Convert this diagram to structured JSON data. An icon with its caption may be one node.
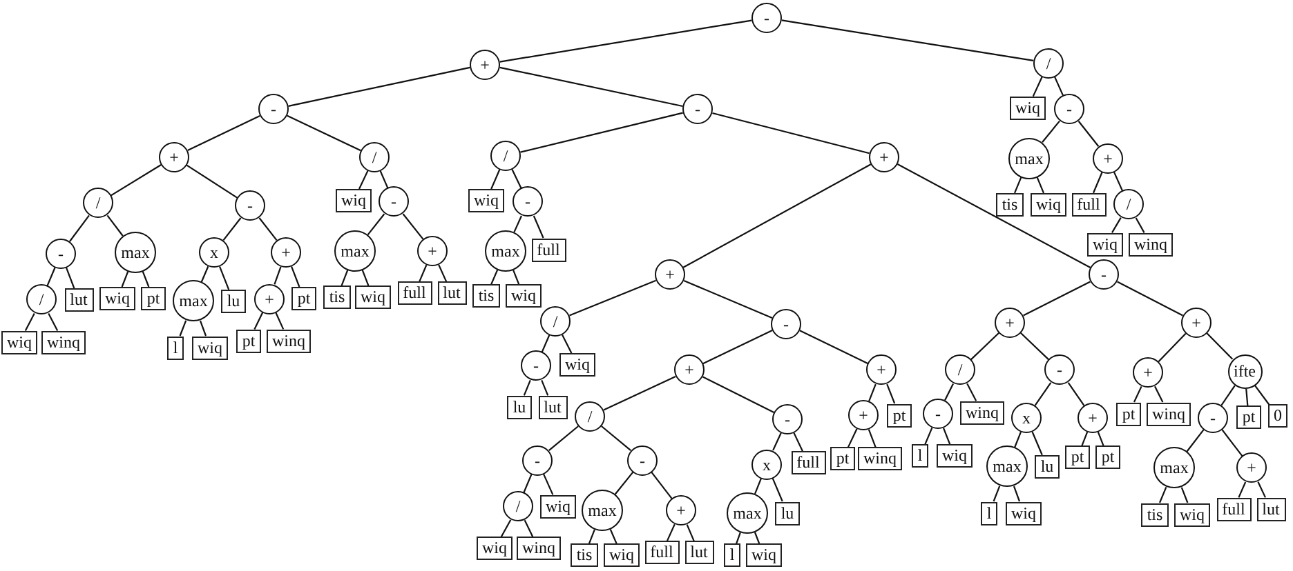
{
  "diagram": {
    "nodes": [
      {
        "text": [
          "-"
        ]
      },
      {
        "text": [
          "+"
        ]
      },
      {
        "text": [
          "-"
        ]
      },
      {
        "text": [
          "+"
        ]
      },
      {
        "text": [
          "/"
        ]
      },
      {
        "text": [
          "-"
        ]
      },
      {
        "text": [
          "/"
        ]
      },
      {
        "text": [
          "wiq"
        ]
      },
      {
        "text": [
          "winq"
        ]
      },
      {
        "text": [
          "lut"
        ]
      },
      {
        "text": [
          "max"
        ]
      },
      {
        "text": [
          "wiq"
        ]
      },
      {
        "text": [
          "pt"
        ]
      },
      {
        "text": [
          "-"
        ]
      },
      {
        "text": [
          "x"
        ]
      },
      {
        "text": [
          "max"
        ]
      },
      {
        "text": [
          "l"
        ]
      },
      {
        "text": [
          "wiq"
        ]
      },
      {
        "text": [
          "lu"
        ]
      },
      {
        "text": [
          "+"
        ]
      },
      {
        "text": [
          "+"
        ]
      },
      {
        "text": [
          "pt"
        ]
      },
      {
        "text": [
          "winq"
        ]
      },
      {
        "text": [
          "pt"
        ]
      },
      {
        "text": [
          "/"
        ]
      },
      {
        "text": [
          "wiq"
        ]
      },
      {
        "text": [
          "-"
        ]
      },
      {
        "text": [
          "max"
        ]
      },
      {
        "text": [
          "tis"
        ]
      },
      {
        "text": [
          "wiq"
        ]
      },
      {
        "text": [
          "+"
        ]
      },
      {
        "text": [
          "full"
        ]
      },
      {
        "text": [
          "lut"
        ]
      },
      {
        "text": [
          "-"
        ]
      },
      {
        "text": [
          "/"
        ]
      },
      {
        "text": [
          "wiq"
        ]
      },
      {
        "text": [
          "-"
        ]
      },
      {
        "text": [
          "max"
        ]
      },
      {
        "text": [
          "tis"
        ]
      },
      {
        "text": [
          "wiq"
        ]
      },
      {
        "text": [
          "full"
        ]
      },
      {
        "text": [
          "+"
        ]
      },
      {
        "text": [
          "+"
        ]
      },
      {
        "text": [
          "/"
        ]
      },
      {
        "text": [
          "-"
        ]
      },
      {
        "text": [
          "lu"
        ]
      },
      {
        "text": [
          "lut"
        ]
      },
      {
        "text": [
          "wiq"
        ]
      },
      {
        "text": [
          "-"
        ]
      },
      {
        "text": [
          "+"
        ]
      },
      {
        "text": [
          "/"
        ]
      },
      {
        "text": [
          "-"
        ]
      },
      {
        "text": [
          "/"
        ]
      },
      {
        "text": [
          "wiq"
        ]
      },
      {
        "text": [
          "winq"
        ]
      },
      {
        "text": [
          "wiq"
        ]
      },
      {
        "text": [
          "-"
        ]
      },
      {
        "text": [
          "max"
        ]
      },
      {
        "text": [
          "tis"
        ]
      },
      {
        "text": [
          "wiq"
        ]
      },
      {
        "text": [
          "+"
        ]
      },
      {
        "text": [
          "full"
        ]
      },
      {
        "text": [
          "lut"
        ]
      },
      {
        "text": [
          "-"
        ]
      },
      {
        "text": [
          "x"
        ]
      },
      {
        "text": [
          "max"
        ]
      },
      {
        "text": [
          "l"
        ]
      },
      {
        "text": [
          "wiq"
        ]
      },
      {
        "text": [
          "lu"
        ]
      },
      {
        "text": [
          "full"
        ]
      },
      {
        "text": [
          "+"
        ]
      },
      {
        "text": [
          "+"
        ]
      },
      {
        "text": [
          "pt"
        ]
      },
      {
        "text": [
          "winq"
        ]
      },
      {
        "text": [
          "pt"
        ]
      },
      {
        "text": [
          "-"
        ]
      },
      {
        "text": [
          "+"
        ]
      },
      {
        "text": [
          "/"
        ]
      },
      {
        "text": [
          "-"
        ]
      },
      {
        "text": [
          "l"
        ]
      },
      {
        "text": [
          "wiq"
        ]
      },
      {
        "text": [
          "winq"
        ]
      },
      {
        "text": [
          "-"
        ]
      },
      {
        "text": [
          "x"
        ]
      },
      {
        "text": [
          "max"
        ]
      },
      {
        "text": [
          "l"
        ]
      },
      {
        "text": [
          "wiq"
        ]
      },
      {
        "text": [
          "lu"
        ]
      },
      {
        "text": [
          "+"
        ]
      },
      {
        "text": [
          "pt"
        ]
      },
      {
        "text": [
          "pt"
        ]
      },
      {
        "text": [
          "+"
        ]
      },
      {
        "text": [
          "+"
        ]
      },
      {
        "text": [
          "pt"
        ]
      },
      {
        "text": [
          "winq"
        ]
      },
      {
        "text": [
          "ifte"
        ]
      },
      {
        "text": [
          "-"
        ]
      },
      {
        "text": [
          "max"
        ]
      },
      {
        "text": [
          "tis"
        ]
      },
      {
        "text": [
          "wiq"
        ]
      },
      {
        "text": [
          "+"
        ]
      },
      {
        "text": [
          "full"
        ]
      },
      {
        "text": [
          "lut"
        ]
      },
      {
        "text": [
          "pt"
        ]
      },
      {
        "text": [
          "0"
        ]
      },
      {
        "text": [
          "/"
        ]
      },
      {
        "text": [
          "wiq"
        ]
      },
      {
        "text": [
          "-"
        ]
      },
      {
        "text": [
          "max"
        ]
      },
      {
        "text": [
          "tis"
        ]
      },
      {
        "text": [
          "wiq"
        ]
      },
      {
        "text": [
          "+"
        ]
      },
      {
        "text": [
          "full"
        ]
      },
      {
        "text": [
          "/"
        ]
      },
      {
        "text": [
          "wiq"
        ]
      },
      {
        "text": [
          "winq"
        ]
      }
    ],
    "edges": [
      {
        "from": 0,
        "to": 1,
        "arrow": "none"
      },
      {
        "from": 0,
        "to": 105,
        "arrow": "none"
      },
      {
        "from": 1,
        "to": 2,
        "arrow": "none"
      },
      {
        "from": 1,
        "to": 33,
        "arrow": "none"
      },
      {
        "from": 2,
        "to": 3,
        "arrow": "none"
      },
      {
        "from": 2,
        "to": 24,
        "arrow": "none"
      },
      {
        "from": 3,
        "to": 4,
        "arrow": "none"
      },
      {
        "from": 3,
        "to": 13,
        "arrow": "none"
      },
      {
        "from": 4,
        "to": 5,
        "arrow": "none"
      },
      {
        "from": 4,
        "to": 10,
        "arrow": "none"
      },
      {
        "from": 5,
        "to": 6,
        "arrow": "none"
      },
      {
        "from": 5,
        "to": 9,
        "arrow": "none"
      },
      {
        "from": 6,
        "to": 7,
        "arrow": "none"
      },
      {
        "from": 6,
        "to": 8,
        "arrow": "none"
      },
      {
        "from": 10,
        "to": 11,
        "arrow": "none"
      },
      {
        "from": 10,
        "to": 12,
        "arrow": "none"
      },
      {
        "from": 13,
        "to": 14,
        "arrow": "none"
      },
      {
        "from": 13,
        "to": 19,
        "arrow": "none"
      },
      {
        "from": 14,
        "to": 15,
        "arrow": "none"
      },
      {
        "from": 14,
        "to": 18,
        "arrow": "none"
      },
      {
        "from": 15,
        "to": 16,
        "arrow": "none"
      },
      {
        "from": 15,
        "to": 17,
        "arrow": "none"
      },
      {
        "from": 19,
        "to": 20,
        "arrow": "none"
      },
      {
        "from": 19,
        "to": 23,
        "arrow": "none"
      },
      {
        "from": 20,
        "to": 21,
        "arrow": "none"
      },
      {
        "from": 20,
        "to": 22,
        "arrow": "none"
      },
      {
        "from": 24,
        "to": 25,
        "arrow": "none"
      },
      {
        "from": 24,
        "to": 26,
        "arrow": "none"
      },
      {
        "from": 26,
        "to": 27,
        "arrow": "none"
      },
      {
        "from": 26,
        "to": 30,
        "arrow": "none"
      },
      {
        "from": 27,
        "to": 28,
        "arrow": "none"
      },
      {
        "from": 27,
        "to": 29,
        "arrow": "none"
      },
      {
        "from": 30,
        "to": 31,
        "arrow": "none"
      },
      {
        "from": 30,
        "to": 32,
        "arrow": "none"
      },
      {
        "from": 33,
        "to": 34,
        "arrow": "none"
      },
      {
        "from": 33,
        "to": 41,
        "arrow": "none"
      },
      {
        "from": 34,
        "to": 35,
        "arrow": "none"
      },
      {
        "from": 34,
        "to": 36,
        "arrow": "none"
      },
      {
        "from": 36,
        "to": 37,
        "arrow": "none"
      },
      {
        "from": 36,
        "to": 40,
        "arrow": "none"
      },
      {
        "from": 37,
        "to": 38,
        "arrow": "none"
      },
      {
        "from": 37,
        "to": 39,
        "arrow": "none"
      },
      {
        "from": 41,
        "to": 42,
        "arrow": "none"
      },
      {
        "from": 41,
        "to": 75,
        "arrow": "none"
      },
      {
        "from": 42,
        "to": 43,
        "arrow": "none"
      },
      {
        "from": 42,
        "to": 48,
        "arrow": "none"
      },
      {
        "from": 43,
        "to": 44,
        "arrow": "none"
      },
      {
        "from": 43,
        "to": 47,
        "arrow": "none"
      },
      {
        "from": 44,
        "to": 45,
        "arrow": "none"
      },
      {
        "from": 44,
        "to": 46,
        "arrow": "none"
      },
      {
        "from": 48,
        "to": 49,
        "arrow": "none"
      },
      {
        "from": 48,
        "to": 70,
        "arrow": "none"
      },
      {
        "from": 49,
        "to": 50,
        "arrow": "none"
      },
      {
        "from": 49,
        "to": 63,
        "arrow": "none"
      },
      {
        "from": 50,
        "to": 51,
        "arrow": "none"
      },
      {
        "from": 50,
        "to": 56,
        "arrow": "none"
      },
      {
        "from": 51,
        "to": 52,
        "arrow": "none"
      },
      {
        "from": 51,
        "to": 55,
        "arrow": "none"
      },
      {
        "from": 52,
        "to": 53,
        "arrow": "none"
      },
      {
        "from": 52,
        "to": 54,
        "arrow": "none"
      },
      {
        "from": 56,
        "to": 57,
        "arrow": "none"
      },
      {
        "from": 56,
        "to": 60,
        "arrow": "none"
      },
      {
        "from": 57,
        "to": 58,
        "arrow": "none"
      },
      {
        "from": 57,
        "to": 59,
        "arrow": "none"
      },
      {
        "from": 60,
        "to": 61,
        "arrow": "none"
      },
      {
        "from": 60,
        "to": 62,
        "arrow": "none"
      },
      {
        "from": 63,
        "to": 64,
        "arrow": "none"
      },
      {
        "from": 63,
        "to": 69,
        "arrow": "none"
      },
      {
        "from": 64,
        "to": 65,
        "arrow": "none"
      },
      {
        "from": 64,
        "to": 68,
        "arrow": "none"
      },
      {
        "from": 65,
        "to": 66,
        "arrow": "none"
      },
      {
        "from": 65,
        "to": 67,
        "arrow": "none"
      },
      {
        "from": 70,
        "to": 71,
        "arrow": "none"
      },
      {
        "from": 70,
        "to": 74,
        "arrow": "none"
      },
      {
        "from": 71,
        "to": 72,
        "arrow": "none"
      },
      {
        "from": 71,
        "to": 73,
        "arrow": "none"
      },
      {
        "from": 75,
        "to": 76,
        "arrow": "none"
      },
      {
        "from": 75,
        "to": 91,
        "arrow": "none"
      },
      {
        "from": 76,
        "to": 77,
        "arrow": "none"
      },
      {
        "from": 76,
        "to": 82,
        "arrow": "none"
      },
      {
        "from": 77,
        "to": 78,
        "arrow": "none"
      },
      {
        "from": 77,
        "to": 81,
        "arrow": "none"
      },
      {
        "from": 78,
        "to": 79,
        "arrow": "none"
      },
      {
        "from": 78,
        "to": 80,
        "arrow": "none"
      },
      {
        "from": 82,
        "to": 83,
        "arrow": "none"
      },
      {
        "from": 82,
        "to": 88,
        "arrow": "none"
      },
      {
        "from": 83,
        "to": 84,
        "arrow": "none"
      },
      {
        "from": 83,
        "to": 87,
        "arrow": "none"
      },
      {
        "from": 84,
        "to": 85,
        "arrow": "none"
      },
      {
        "from": 84,
        "to": 86,
        "arrow": "none"
      },
      {
        "from": 88,
        "to": 89,
        "arrow": "none"
      },
      {
        "from": 88,
        "to": 90,
        "arrow": "none"
      },
      {
        "from": 91,
        "to": 92,
        "arrow": "none"
      },
      {
        "from": 91,
        "to": 95,
        "arrow": "none"
      },
      {
        "from": 92,
        "to": 93,
        "arrow": "none"
      },
      {
        "from": 92,
        "to": 94,
        "arrow": "none"
      },
      {
        "from": 95,
        "to": 96,
        "arrow": "none"
      },
      {
        "from": 95,
        "to": 103,
        "arrow": "none"
      },
      {
        "from": 95,
        "to": 104,
        "arrow": "none"
      },
      {
        "from": 96,
        "to": 97,
        "arrow": "none"
      },
      {
        "from": 96,
        "to": 100,
        "arrow": "none"
      },
      {
        "from": 97,
        "to": 98,
        "arrow": "none"
      },
      {
        "from": 97,
        "to": 99,
        "arrow": "none"
      },
      {
        "from": 100,
        "to": 101,
        "arrow": "none"
      },
      {
        "from": 100,
        "to": 102,
        "arrow": "none"
      },
      {
        "from": 105,
        "to": 106,
        "arrow": "none"
      },
      {
        "from": 105,
        "to": 107,
        "arrow": "none"
      },
      {
        "from": 107,
        "to": 108,
        "arrow": "none"
      },
      {
        "from": 107,
        "to": 111,
        "arrow": "none"
      },
      {
        "from": 108,
        "to": 109,
        "arrow": "none"
      },
      {
        "from": 108,
        "to": 110,
        "arrow": "none"
      },
      {
        "from": 111,
        "to": 112,
        "arrow": "none"
      },
      {
        "from": 111,
        "to": 113,
        "arrow": "none"
      },
      {
        "from": 113,
        "to": 114,
        "arrow": "none"
      },
      {
        "from": 113,
        "to": 115,
        "arrow": "none"
      }
    ]
  }
}
